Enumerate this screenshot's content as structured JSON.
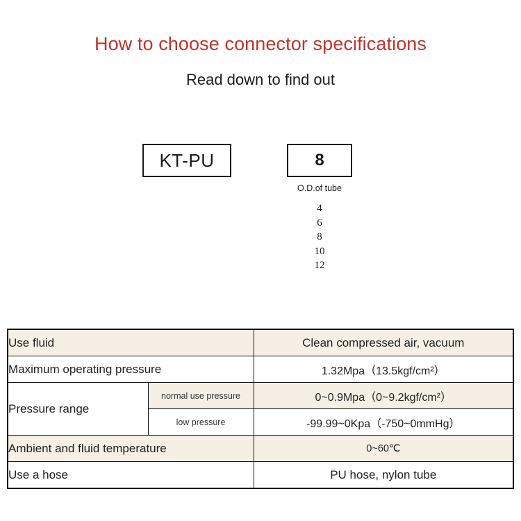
{
  "header": {
    "title": "How to choose connector specifications",
    "subtitle": "Read down to find out",
    "title_color": "#c0342b",
    "subtitle_color": "#1b1b1b"
  },
  "code_builder": {
    "series_box": {
      "value": "KT-PU"
    },
    "size_box": {
      "value": "8",
      "caption": "O.D.of tube",
      "options": [
        "4",
        "6",
        "8",
        "10",
        "12"
      ]
    }
  },
  "spec_table": {
    "beige_color": "#f5efe6",
    "white_color": "#ffffff",
    "rows": [
      {
        "label": "Use fluid",
        "sublabel": null,
        "value": "Clean compressed air, vacuum",
        "shade": "beige"
      },
      {
        "label": "Maximum operating pressure",
        "sublabel": null,
        "value": "1.32Mpa（13.5kgf/cm²）",
        "shade": "white"
      },
      {
        "label": "Pressure range",
        "sublabel": "normal use pressure",
        "value": "0~0.9Mpa（0~9.2kgf/cm²）",
        "shade": "beige"
      },
      {
        "label": "",
        "sublabel": "low pressure",
        "value": "-99.99~0Kpa（-750~0mmHg）",
        "shade": "white"
      },
      {
        "label": "Ambient and fluid temperature",
        "sublabel": null,
        "value": "0~60℃",
        "shade": "beige"
      },
      {
        "label": "Use a hose",
        "sublabel": null,
        "value": "PU hose, nylon tube",
        "shade": "white"
      }
    ]
  }
}
